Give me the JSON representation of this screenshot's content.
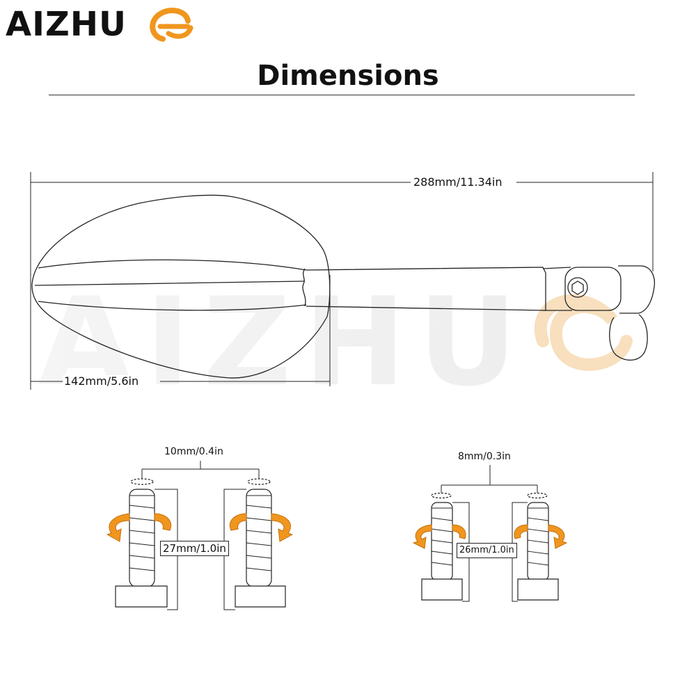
{
  "brand": {
    "name": "AIZHU",
    "accent": "#f0961e",
    "watermark": "AIZHU"
  },
  "heading": {
    "title": "Dimensions"
  },
  "mirror": {
    "overall_length": "288mm/11.34in",
    "head_width": "142mm/5.6in"
  },
  "bolts_left": {
    "spacing": "10mm/0.4in",
    "length": "27mm/1.0in"
  },
  "bolts_right": {
    "spacing": "8mm/0.3in",
    "length": "26mm/1.0in"
  },
  "colors": {
    "line": "#222222",
    "arrow": "#f0961e",
    "watermark": "#ececec"
  },
  "icons": {
    "rotation": "rotate-arrow-icon",
    "bolt": "bolt-icon"
  }
}
